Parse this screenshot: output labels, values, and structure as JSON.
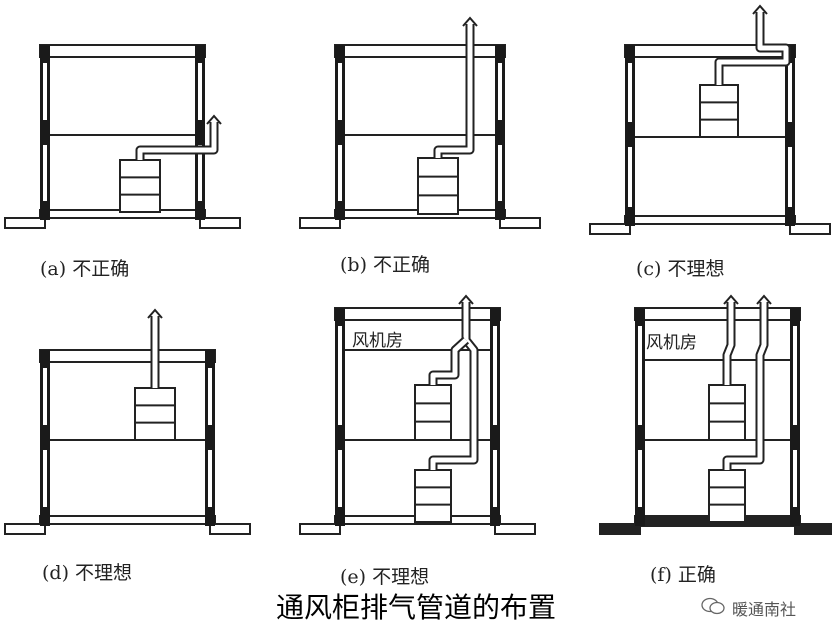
{
  "title": "通风柜排气管道的布置",
  "watermark": {
    "icon": "wechat-icon",
    "text": "暖通南社"
  },
  "panels": [
    {
      "id": "a",
      "caption": "(a) 不正确"
    },
    {
      "id": "b",
      "caption": "(b) 不正确"
    },
    {
      "id": "c",
      "caption": "(c) 不理想"
    },
    {
      "id": "d",
      "caption": "(d) 不理想"
    },
    {
      "id": "e",
      "caption": "(e) 不理想",
      "room_label": "风机房"
    },
    {
      "id": "f",
      "caption": "(f) 正确",
      "room_label": "风机房"
    }
  ]
}
